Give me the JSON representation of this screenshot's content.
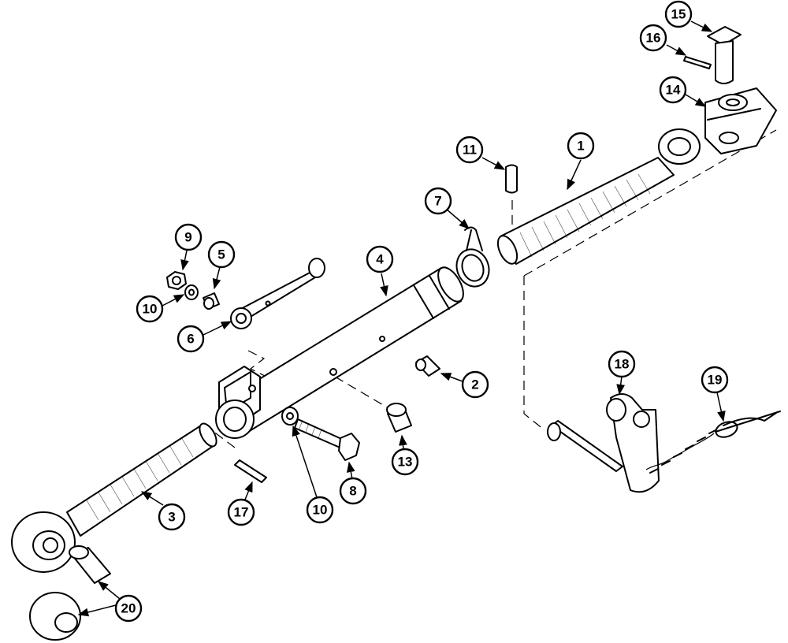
{
  "callouts": [
    {
      "label": "1"
    },
    {
      "label": "2"
    },
    {
      "label": "3"
    },
    {
      "label": "4"
    },
    {
      "label": "5"
    },
    {
      "label": "6"
    },
    {
      "label": "7"
    },
    {
      "label": "8"
    },
    {
      "label": "9"
    },
    {
      "label": "10"
    },
    {
      "label": "10"
    },
    {
      "label": "11"
    },
    {
      "label": "13"
    },
    {
      "label": "14"
    },
    {
      "label": "15"
    },
    {
      "label": "16"
    },
    {
      "label": "17"
    },
    {
      "label": "18"
    },
    {
      "label": "19"
    },
    {
      "label": "20"
    }
  ]
}
